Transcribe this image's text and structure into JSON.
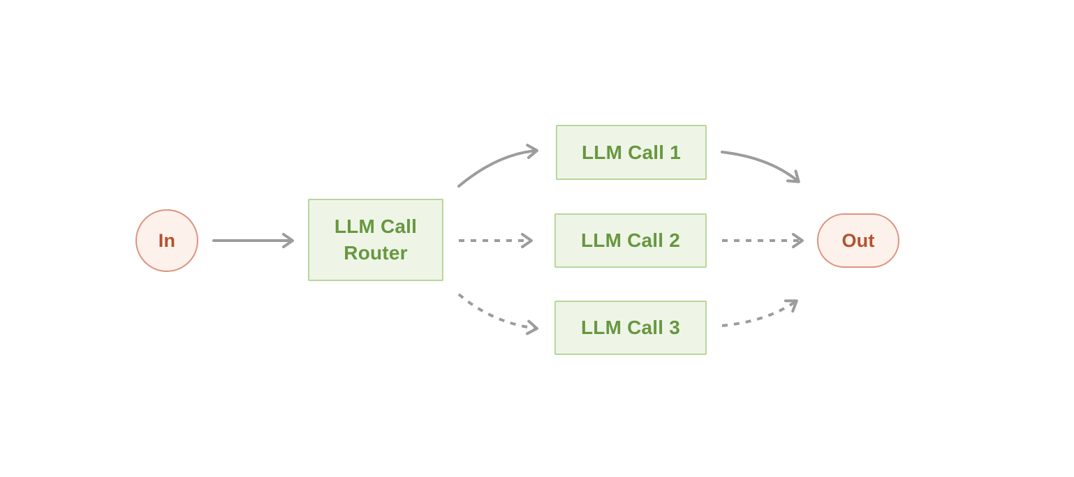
{
  "diagram": {
    "type": "workflow-routing",
    "nodes": [
      {
        "id": "in",
        "label": "In",
        "shape": "circle",
        "role": "input"
      },
      {
        "id": "router",
        "label": "LLM Call Router",
        "shape": "rect",
        "role": "router"
      },
      {
        "id": "llm1",
        "label": "LLM Call 1",
        "shape": "rect",
        "role": "branch"
      },
      {
        "id": "llm2",
        "label": "LLM Call 2",
        "shape": "rect",
        "role": "branch"
      },
      {
        "id": "llm3",
        "label": "LLM Call 3",
        "shape": "rect",
        "role": "branch"
      },
      {
        "id": "out",
        "label": "Out",
        "shape": "pill",
        "role": "output"
      }
    ],
    "edges": [
      {
        "from": "in",
        "to": "router",
        "style": "solid"
      },
      {
        "from": "router",
        "to": "llm1",
        "style": "solid"
      },
      {
        "from": "router",
        "to": "llm2",
        "style": "dashed"
      },
      {
        "from": "router",
        "to": "llm3",
        "style": "dashed"
      },
      {
        "from": "llm1",
        "to": "out",
        "style": "solid"
      },
      {
        "from": "llm2",
        "to": "out",
        "style": "dashed"
      },
      {
        "from": "llm3",
        "to": "out",
        "style": "dashed"
      }
    ]
  },
  "colors": {
    "background": "#ffffff",
    "process_fill": "#eef5e7",
    "process_border": "#b9d59c",
    "process_text": "#67973f",
    "terminal_fill": "#fdf1ec",
    "terminal_border": "#dd937e",
    "terminal_text": "#b5502d",
    "arrow": "#9c9c9c"
  }
}
